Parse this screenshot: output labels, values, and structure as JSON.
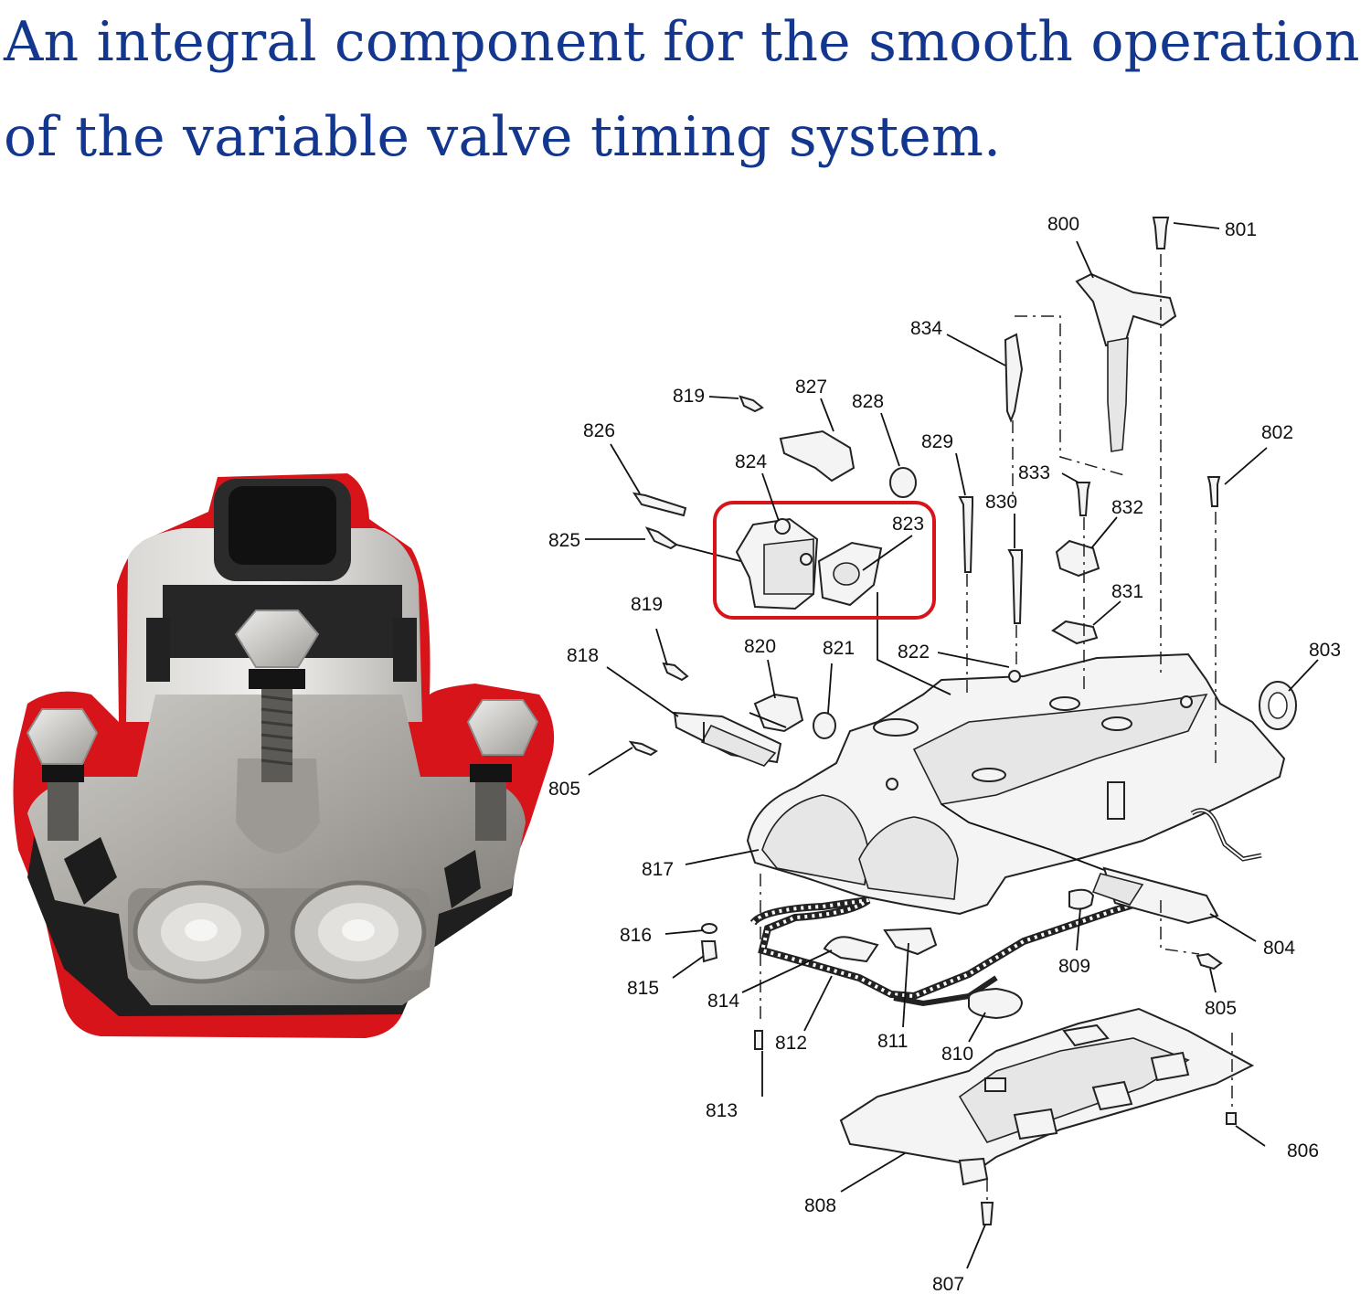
{
  "headline": {
    "line1": "An integral component for the smooth operation",
    "line2": "of the variable valve timing system."
  },
  "colors": {
    "headline": "#13378e",
    "highlight": "#d7141a",
    "metal": "#a9a6a1",
    "connector": "#2a2a2a"
  },
  "diagram": {
    "callouts": [
      {
        "id": "800",
        "text": "800"
      },
      {
        "id": "801",
        "text": "801"
      },
      {
        "id": "802",
        "text": "802"
      },
      {
        "id": "803",
        "text": "803"
      },
      {
        "id": "804",
        "text": "804"
      },
      {
        "id": "805a",
        "text": "805"
      },
      {
        "id": "805b",
        "text": "805"
      },
      {
        "id": "806",
        "text": "806"
      },
      {
        "id": "807",
        "text": "807"
      },
      {
        "id": "808",
        "text": "808"
      },
      {
        "id": "809",
        "text": "809"
      },
      {
        "id": "810",
        "text": "810"
      },
      {
        "id": "811",
        "text": "811"
      },
      {
        "id": "812",
        "text": "812"
      },
      {
        "id": "813",
        "text": "813"
      },
      {
        "id": "814",
        "text": "814"
      },
      {
        "id": "815",
        "text": "815"
      },
      {
        "id": "816",
        "text": "816"
      },
      {
        "id": "817",
        "text": "817"
      },
      {
        "id": "818",
        "text": "818"
      },
      {
        "id": "819a",
        "text": "819"
      },
      {
        "id": "819b",
        "text": "819"
      },
      {
        "id": "820",
        "text": "820"
      },
      {
        "id": "821",
        "text": "821"
      },
      {
        "id": "822",
        "text": "822"
      },
      {
        "id": "823",
        "text": "823"
      },
      {
        "id": "824",
        "text": "824"
      },
      {
        "id": "825",
        "text": "825"
      },
      {
        "id": "826",
        "text": "826"
      },
      {
        "id": "827",
        "text": "827"
      },
      {
        "id": "828",
        "text": "828"
      },
      {
        "id": "829",
        "text": "829"
      },
      {
        "id": "830",
        "text": "830"
      },
      {
        "id": "831",
        "text": "831"
      },
      {
        "id": "832",
        "text": "832"
      },
      {
        "id": "833",
        "text": "833"
      },
      {
        "id": "834",
        "text": "834"
      }
    ]
  }
}
